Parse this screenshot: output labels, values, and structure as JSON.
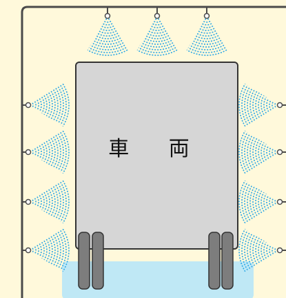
{
  "diagram": {
    "vehicle_label": "車 両",
    "colors": {
      "background": "#FFF9DB",
      "frame": "#4A4A4A",
      "vehicle_body": "#D6D6D6",
      "vehicle_outline": "#333333",
      "tire": "#7D7D7D",
      "floor_pad": "#BFE8F5",
      "spray": "#2AA7E5"
    },
    "nozzles": {
      "top_count": 3,
      "left_count": 4,
      "right_count": 4
    }
  }
}
